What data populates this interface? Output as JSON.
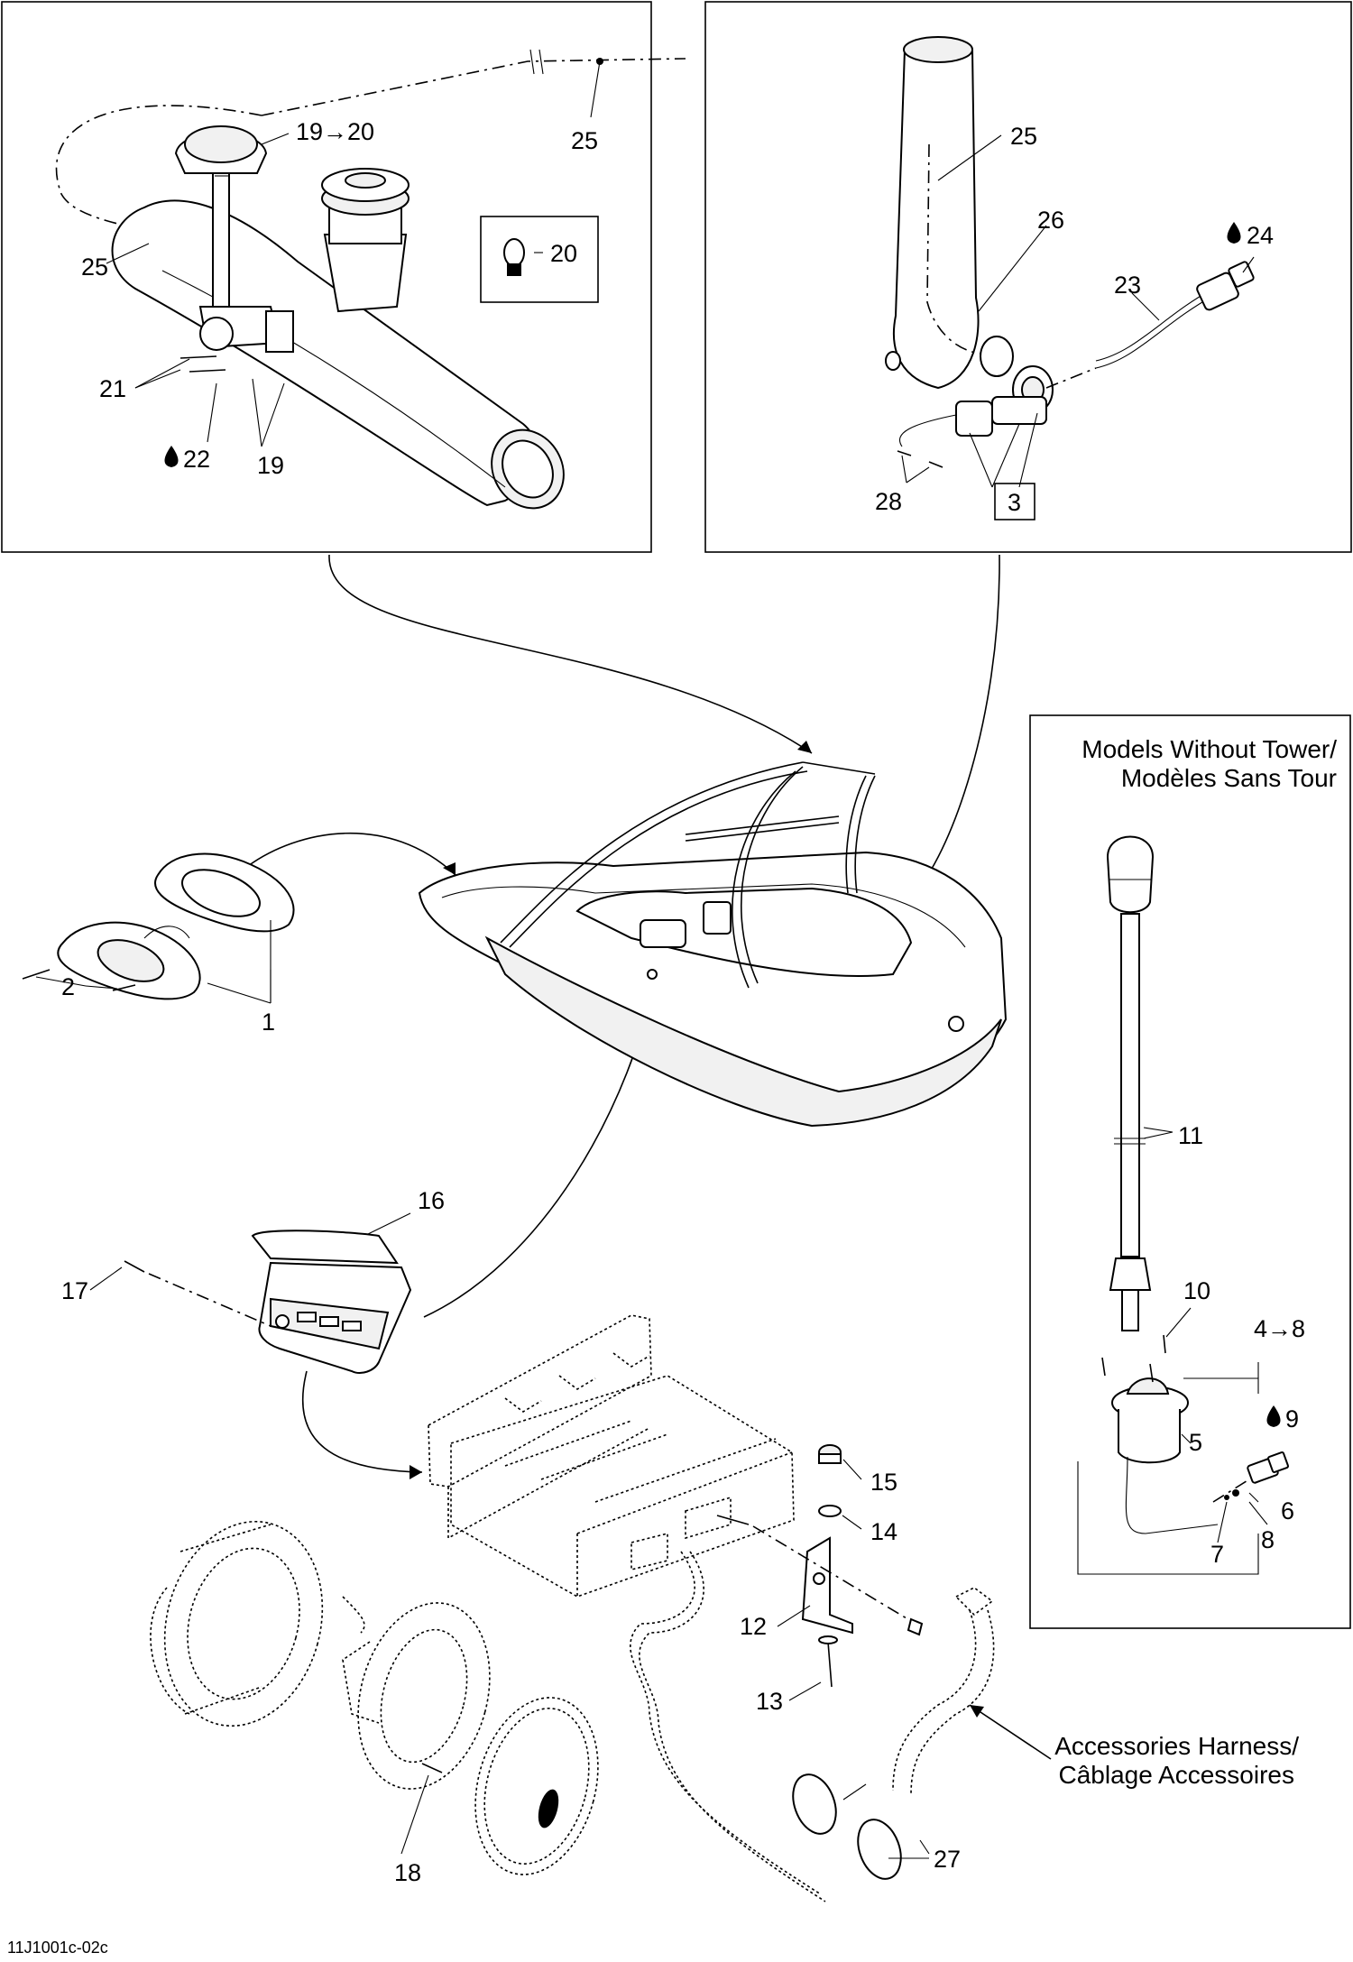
{
  "callouts": {
    "c1": "1",
    "c2": "2",
    "c3": "3",
    "c48": "4→8",
    "c5": "5",
    "c6": "6",
    "c7": "7",
    "c8": "8",
    "c9": "9",
    "c10": "10",
    "c11": "11",
    "c12": "12",
    "c13": "13",
    "c14": "14",
    "c15": "15",
    "c16": "16",
    "c17": "17",
    "c18": "18",
    "c19": "19",
    "c1920": "19→20",
    "c20": "20",
    "c21": "21",
    "c22": "22",
    "c23": "23",
    "c24": "24",
    "c25a": "25",
    "c25b": "25",
    "c25c": "25",
    "c26": "26",
    "c27": "27",
    "c28": "28"
  },
  "captions": {
    "no_tower_line1": "Models Without Tower/",
    "no_tower_line2": "Modèles Sans Tour",
    "harness_line1": "Accessories Harness/",
    "harness_line2": "Câblage Accessoires"
  },
  "drawing_code": "11J1001c-02c",
  "icons": {
    "drop_icon": "drop-icon",
    "bulb_icon": "bulb-icon",
    "arrow_icon": "arrow-right-icon"
  }
}
